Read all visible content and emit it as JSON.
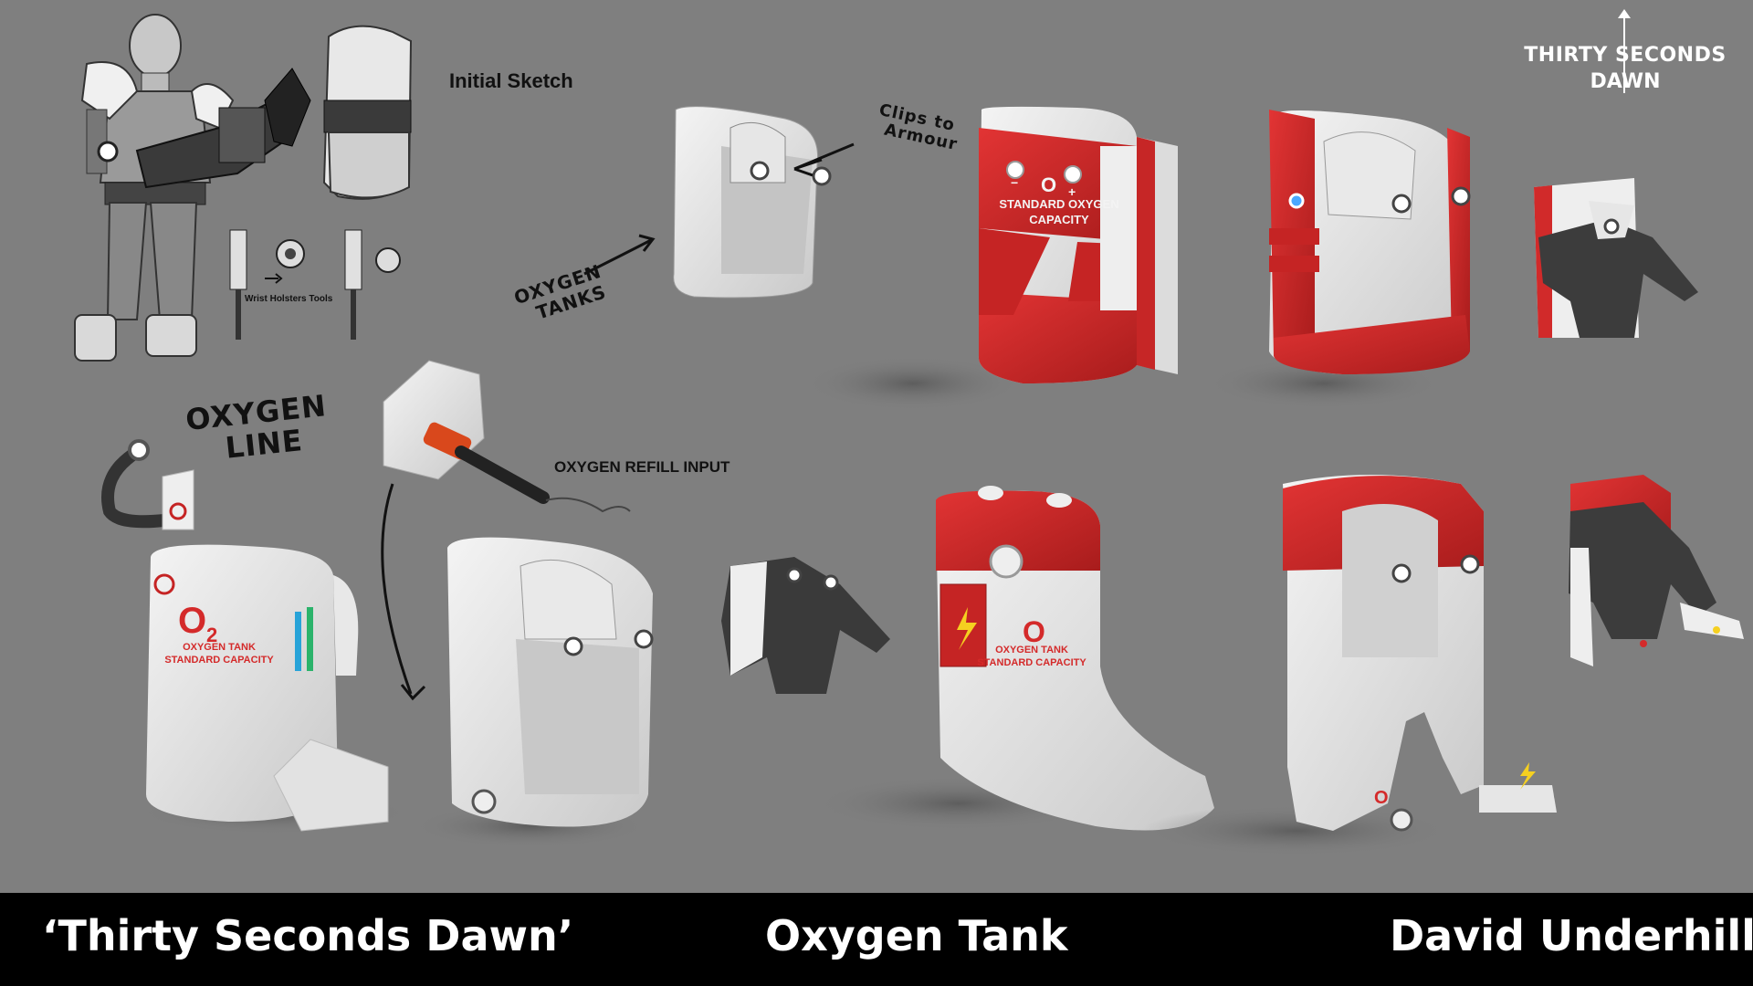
{
  "logo": {
    "line1": "THIRTY SECONDS",
    "line2": "DAWN"
  },
  "labels": {
    "initial_sketch": "Initial Sketch",
    "wrist_holsters": "Wrist Holsters Tools",
    "clips_line1": "Clips to",
    "clips_line2": "Armour",
    "oxygen_tanks_line1": "OXYGEN",
    "oxygen_tanks_line2": "TANKS",
    "oxygen_line_1": "OXYGEN",
    "oxygen_line_2": "LINE",
    "refill_input": "OXYGEN REFILL INPUT"
  },
  "tank_text": {
    "o2": "O",
    "o2_sub": "2",
    "red_tank_l1": "STANDARD OXYGEN",
    "red_tank_l2": "CAPACITY",
    "white_tank_l1": "OXYGEN TANK",
    "white_tank_l2": "STANDARD CAPACITY",
    "minus": "−",
    "plus": "+"
  },
  "footer": {
    "left": "‘Thirty Seconds Dawn’",
    "center": "Oxygen Tank",
    "right": "David Underhill"
  },
  "colors": {
    "background": "#7f7f7f",
    "tank_red": "#d42a2a",
    "tank_white": "#eeeeee",
    "footer": "#000000"
  }
}
